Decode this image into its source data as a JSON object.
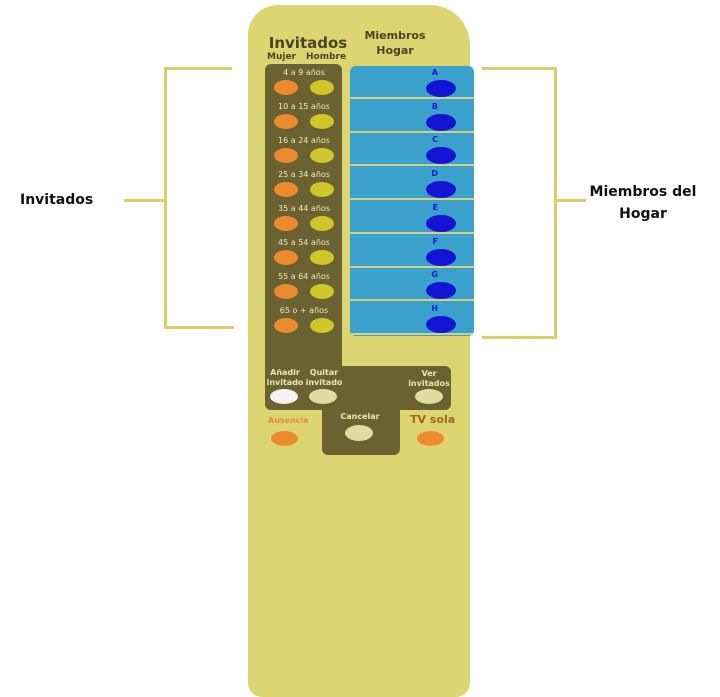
{
  "left_label": "Invitados",
  "right_label": "Miembros del Hogar",
  "remote": {
    "guests_title": "Invitados",
    "female": "Mujer",
    "male": "Hombre",
    "household_title": "Miembros Hogar",
    "age_groups": [
      "4 a 9 años",
      "10 a 15 años",
      "16 a 24 años",
      "25 a 34 años",
      "35 a 44 años",
      "45 a 54 años",
      "55 a 64 años",
      "65 o  + años"
    ],
    "members": [
      "A",
      "B",
      "C",
      "D",
      "E",
      "F",
      "G",
      "H"
    ],
    "add_guest": "Añadir invitado",
    "remove_guest": "Quitar invitado",
    "view_guests": "Ver invitados",
    "cancel": "Cancelar",
    "absence": "Ausencia",
    "tv_alone": "TV sola"
  }
}
